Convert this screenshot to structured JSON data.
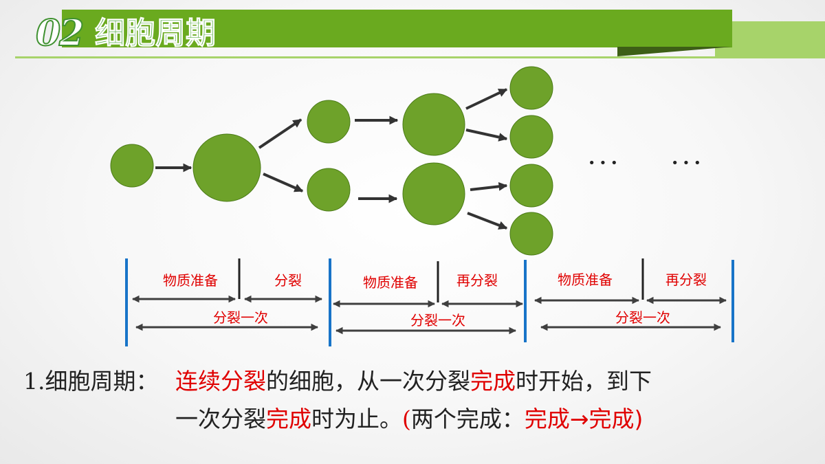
{
  "header": {
    "number": "02",
    "title": "细胞周期"
  },
  "diagram": {
    "ellipsis": [
      "• • •",
      "• • •"
    ],
    "rows": [
      {
        "phase_a": "物质准备",
        "phase_b": "分裂",
        "cycle": "分裂一次"
      },
      {
        "phase_a": "物质准备",
        "phase_b": "再分裂",
        "cycle": "分裂一次"
      },
      {
        "phase_a": "物质准备",
        "phase_b": "再分裂",
        "cycle": "分裂一次"
      }
    ]
  },
  "definition": {
    "label_num": "1.",
    "label_text": "细胞周期：",
    "l1_red1": "连续分裂",
    "l1_t1": "的细胞，从一次分裂",
    "l1_red2": "完成",
    "l1_t2": "时开始，到下",
    "l2_t1": "一次分裂",
    "l2_red1": "完成",
    "l2_t2": "时为止。",
    "l2_paren_open": "(",
    "l2_t3": "两个完成：",
    "l2_red2": "完成→完成)"
  },
  "colors": {
    "header_green": "#6aaa1f",
    "header_light": "#a7d36a",
    "cell_green": "#6ea22a",
    "divider_blue": "#1874c8",
    "highlight_red": "#e00000"
  }
}
